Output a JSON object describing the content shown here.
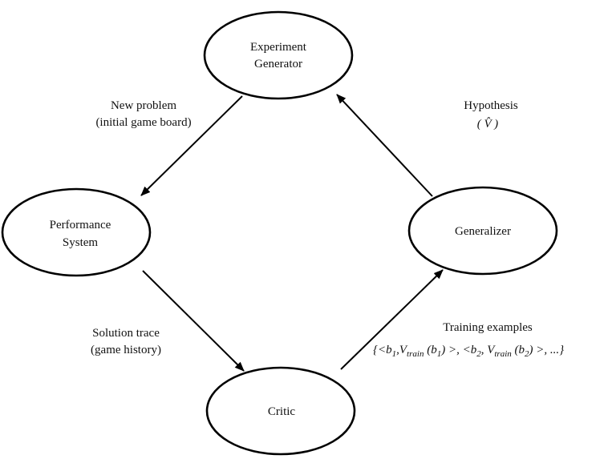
{
  "nodes": {
    "experiment_generator": {
      "line1": "Experiment",
      "line2": "Generator"
    },
    "performance_system": {
      "line1": "Performance",
      "line2": "System"
    },
    "generalizer": {
      "label": "Generalizer"
    },
    "critic": {
      "label": "Critic"
    }
  },
  "edges": {
    "new_problem": {
      "line1": "New problem",
      "line2": "(initial game board)"
    },
    "hypothesis": {
      "line1": "Hypothesis",
      "line2": "( V̂ )"
    },
    "solution_trace": {
      "line1": "Solution trace",
      "line2": "(game history)"
    },
    "training_examples": {
      "line1": "Training examples",
      "formula": {
        "open": "{<b",
        "sub1": "1",
        "comma1": ",V",
        "train1": "train",
        "paren1": " (b",
        "sub2": "1",
        "close1": ")  >, <b",
        "sub3": "2",
        "comma2": ", V",
        "train2": "train",
        "paren2": " (b",
        "sub4": "2",
        "close2": ") >, ...}"
      }
    }
  }
}
